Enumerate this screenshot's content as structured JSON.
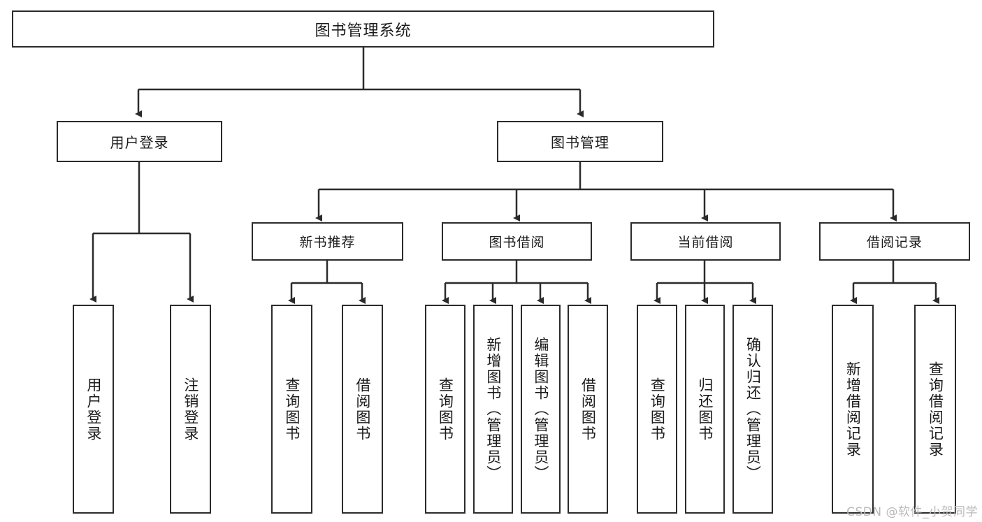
{
  "diagram": {
    "title": "图书管理系统",
    "type": "tree",
    "stroke_color": "#2b2b2b",
    "fill_color": "#ffffff",
    "nodes": {
      "root": {
        "label": "图书管理系统"
      },
      "level2": [
        {
          "label": "用户登录"
        },
        {
          "label": "图书管理"
        }
      ],
      "level3": [
        {
          "label": "新书推荐"
        },
        {
          "label": "图书借阅"
        },
        {
          "label": "当前借阅"
        },
        {
          "label": "借阅记录"
        }
      ],
      "leaves": [
        {
          "label": "用户登录",
          "parent": "用户登录"
        },
        {
          "label": "注销登录",
          "parent": "用户登录"
        },
        {
          "label": "查询图书",
          "parent": "新书推荐"
        },
        {
          "label": "借阅图书",
          "parent": "新书推荐"
        },
        {
          "label": "查询图书",
          "parent": "图书借阅"
        },
        {
          "label": "新增图书（管理员）",
          "parent": "图书借阅"
        },
        {
          "label": "编辑图书（管理员）",
          "parent": "图书借阅"
        },
        {
          "label": "借阅图书",
          "parent": "图书借阅"
        },
        {
          "label": "查询图书",
          "parent": "当前借阅"
        },
        {
          "label": "归还图书",
          "parent": "当前借阅"
        },
        {
          "label": "确认归还（管理员）",
          "parent": "当前借阅"
        },
        {
          "label": "新增借阅记录",
          "parent": "借阅记录"
        },
        {
          "label": "查询借阅记录",
          "parent": "借阅记录"
        }
      ]
    }
  },
  "watermark": {
    "text": "CSDN @软件_小贺同学"
  }
}
